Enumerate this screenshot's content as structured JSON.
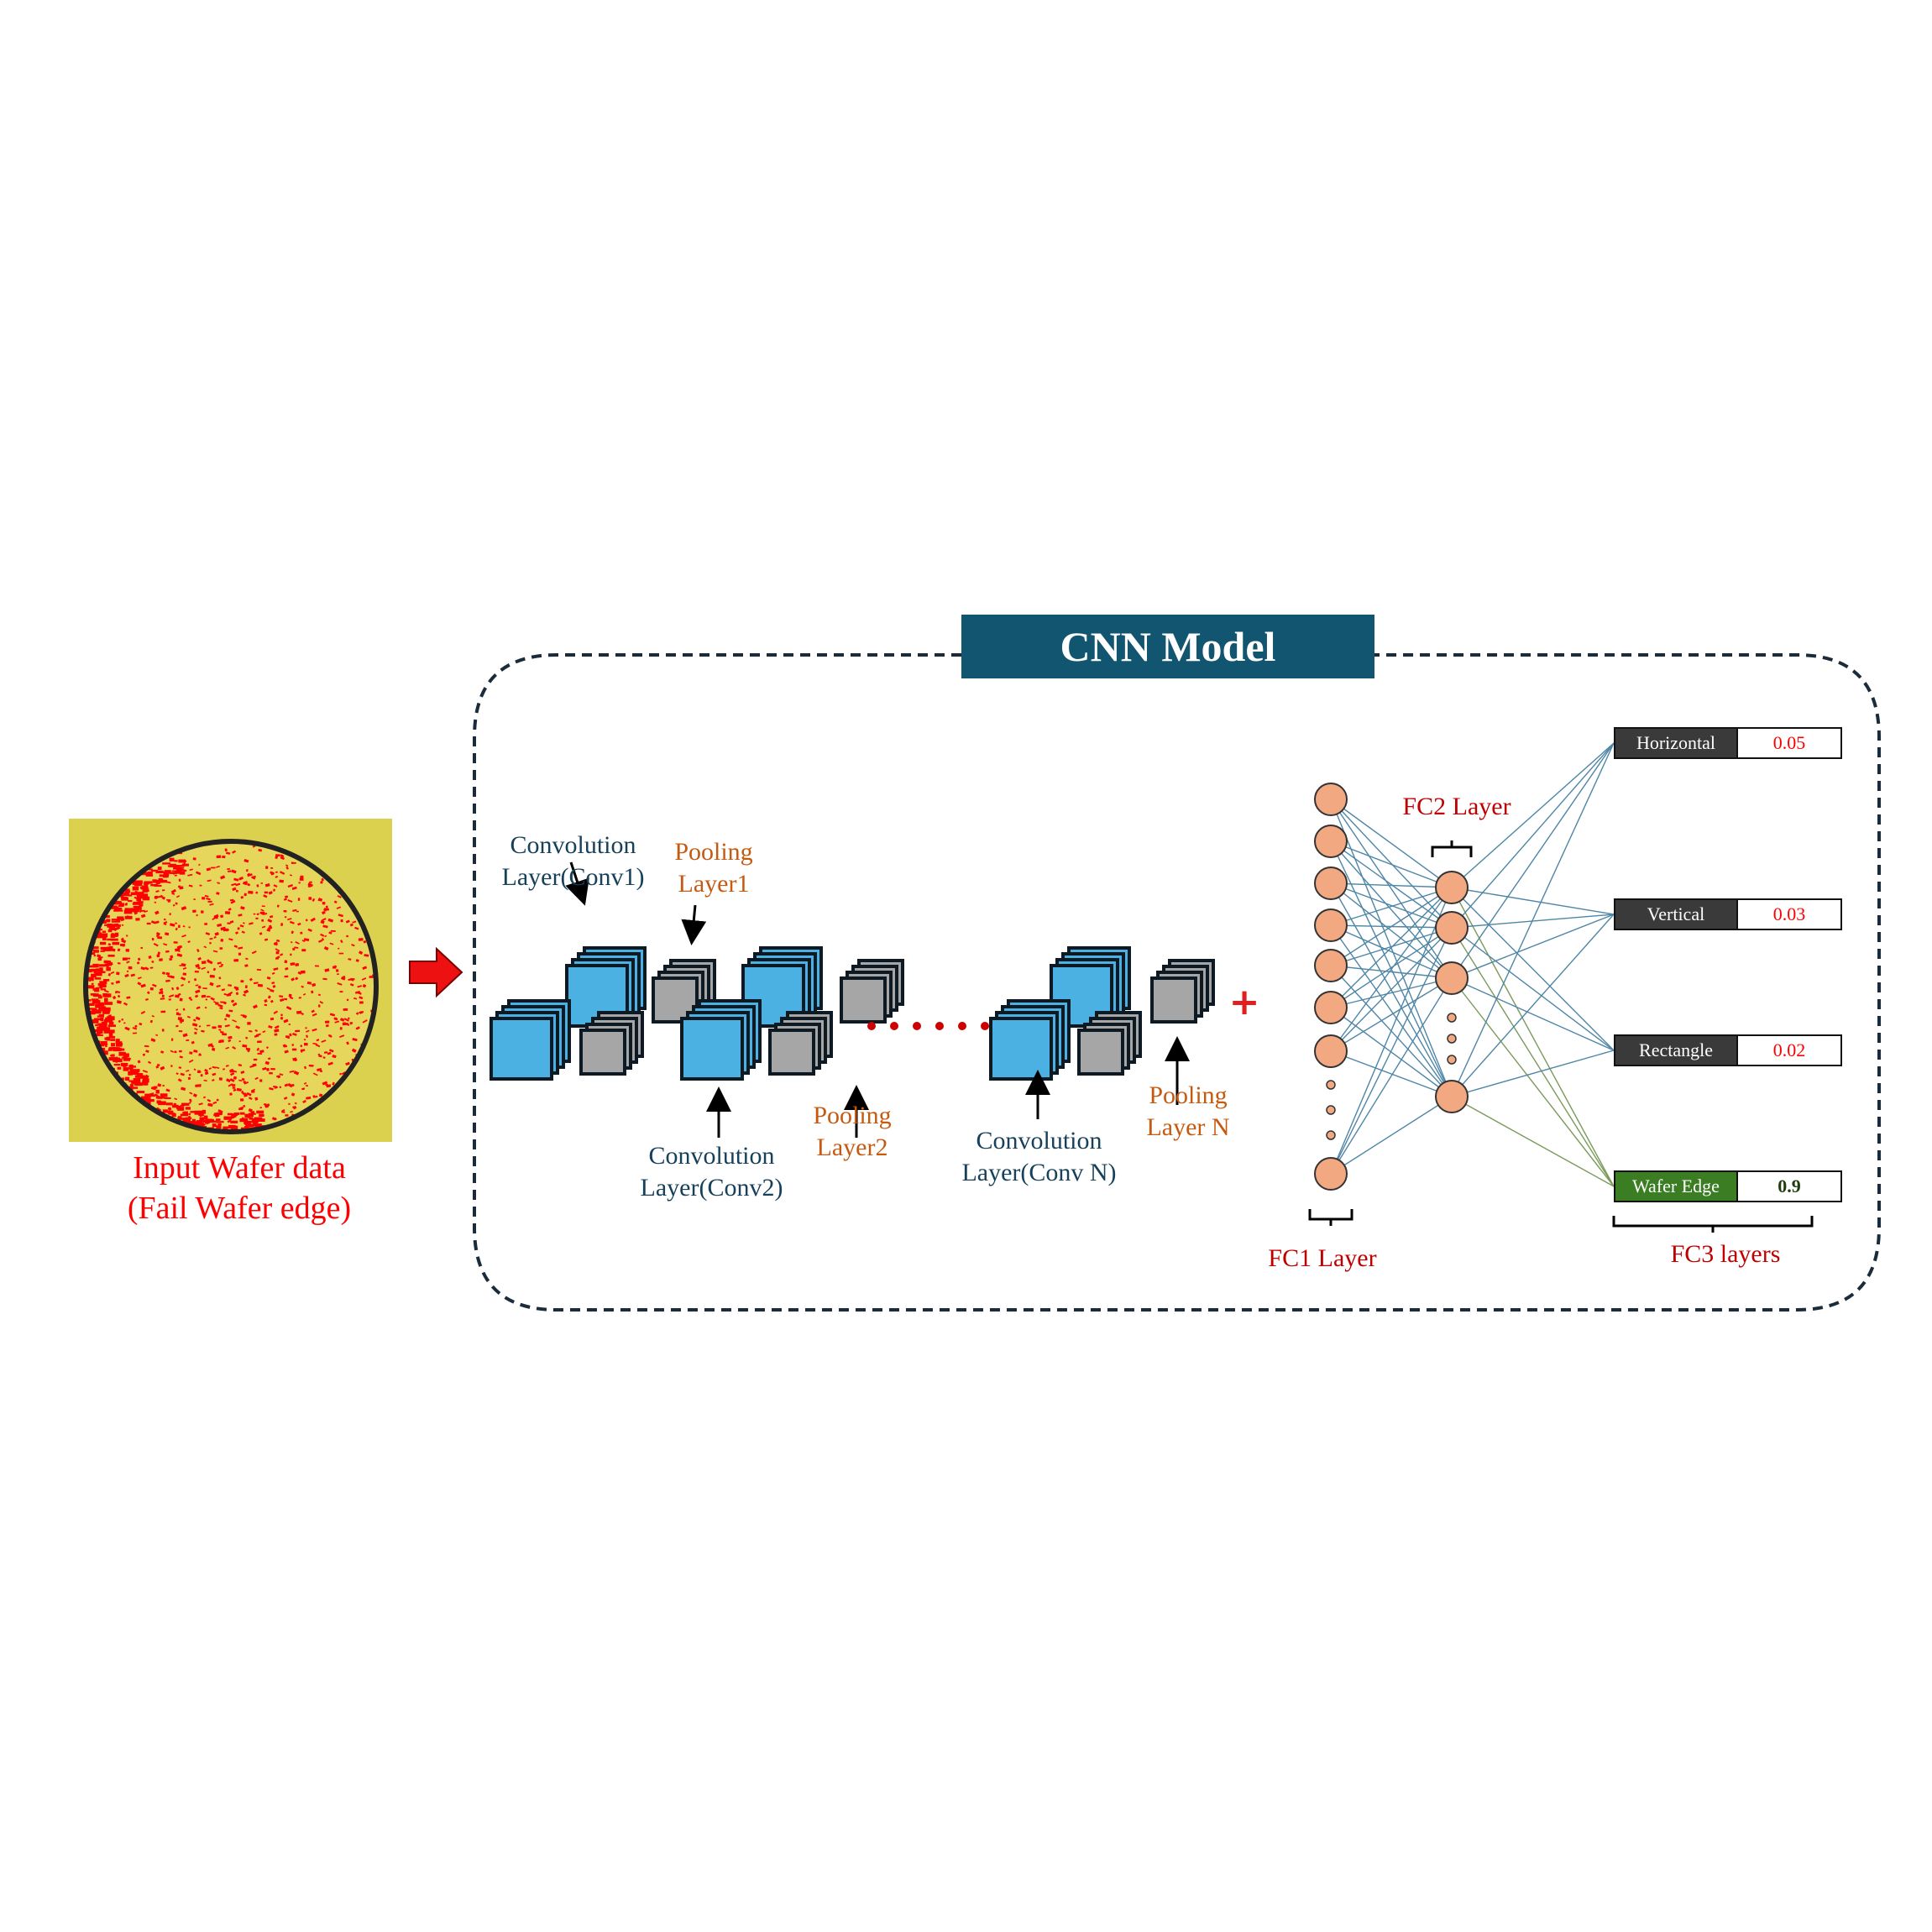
{
  "diagram": {
    "title": "CNN Model",
    "input_caption_line1": "Input Wafer data",
    "input_caption_line2": "(Fail Wafer edge)",
    "labels": {
      "conv1_line1": "Convolution",
      "conv1_line2": "Layer(Conv1)",
      "pool1_line1": "Pooling",
      "pool1_line2": "Layer1",
      "conv2_line1": "Convolution",
      "conv2_line2": "Layer(Conv2)",
      "pool2_line1": "Pooling",
      "pool2_line2": "Layer2",
      "convN_line1": "Convolution",
      "convN_line2": "Layer(Conv N)",
      "poolN_line1": "Pooling",
      "poolN_line2": "Layer N",
      "fc1": "FC1 Layer",
      "fc2": "FC2 Layer",
      "fc3": "FC3 layers",
      "plus": "+"
    },
    "outputs": [
      {
        "name": "Horizontal",
        "value": "0.05",
        "color": "#3a3a3a",
        "value_color": "#ff0000"
      },
      {
        "name": "Vertical",
        "value": "0.03",
        "color": "#3a3a3a",
        "value_color": "#ff0000"
      },
      {
        "name": "Rectangle",
        "value": "0.02",
        "color": "#3a3a3a",
        "value_color": "#ff0000"
      },
      {
        "name": "Wafer Edge",
        "value": "0.9",
        "color": "#3a7d22",
        "value_color": "#1f3d0c"
      }
    ],
    "colors": {
      "header_bg": "#125570",
      "conv_fill": "#4bb0e2",
      "pool_fill": "#a6a6a6",
      "neuron_fill": "#f2a982",
      "wafer_bg": "#dcd04f",
      "defect": "#ff0000",
      "connection_blue": "#4e86a6",
      "connection_green": "#7b9a5b"
    }
  }
}
